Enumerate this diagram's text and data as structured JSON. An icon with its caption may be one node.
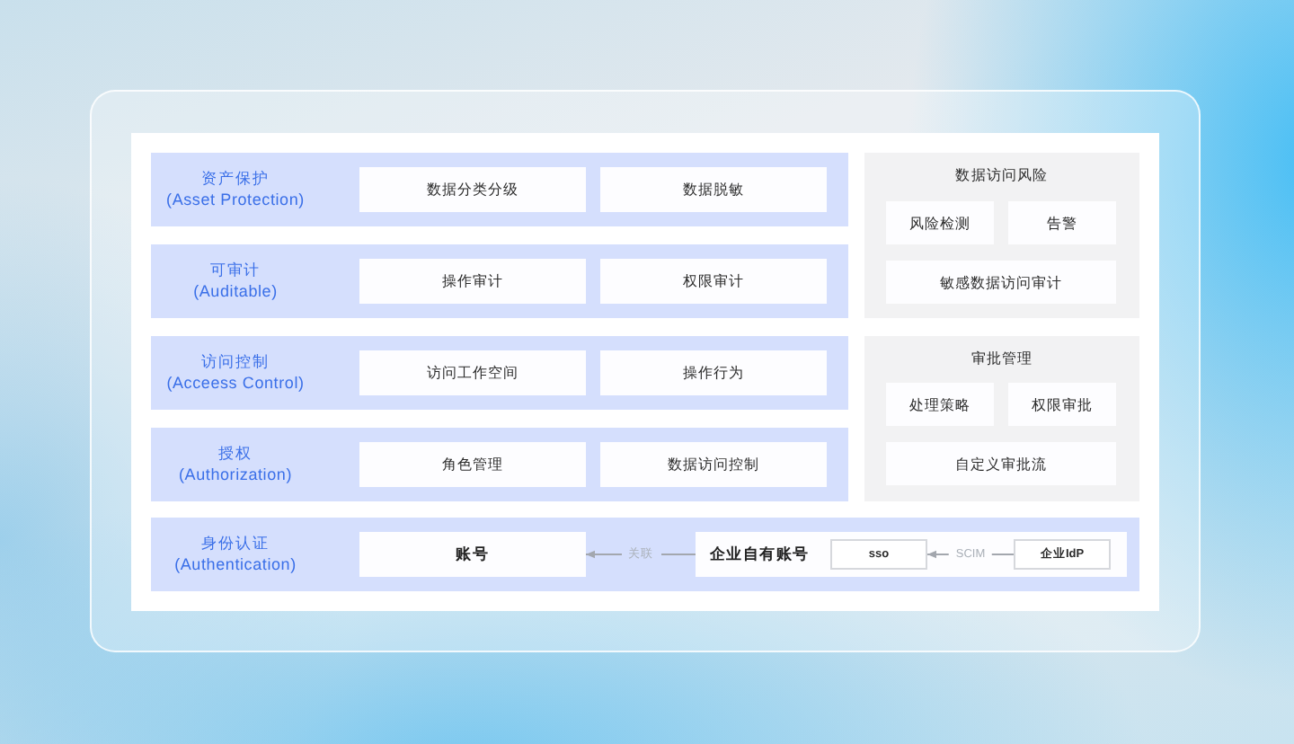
{
  "diagram": {
    "nodes": [
      {
        "text": [
          "资产保护",
          "(Asset Protection)"
        ]
      },
      {
        "text": [
          "数据分类分级"
        ],
        "in": 0
      },
      {
        "text": [
          "数据脱敏"
        ],
        "in": 0
      },
      {
        "text": [
          "可审计",
          "(Auditable)"
        ]
      },
      {
        "text": [
          "操作审计"
        ],
        "in": 3
      },
      {
        "text": [
          "权限审计"
        ],
        "in": 3
      },
      {
        "text": [
          "数据访问风险"
        ]
      },
      {
        "text": [
          "风险检测"
        ],
        "in": 6
      },
      {
        "text": [
          "告警"
        ],
        "in": 6
      },
      {
        "text": [
          "敏感数据访问审计"
        ],
        "in": 6
      },
      {
        "text": [
          "访问控制",
          "(Acceess Control)"
        ]
      },
      {
        "text": [
          "访问工作空间"
        ],
        "in": 10
      },
      {
        "text": [
          "操作行为"
        ],
        "in": 10
      },
      {
        "text": [
          "授权",
          "(Authorization)"
        ]
      },
      {
        "text": [
          "角色管理"
        ],
        "in": 13
      },
      {
        "text": [
          "数据访问控制"
        ],
        "in": 13
      },
      {
        "text": [
          "审批管理"
        ]
      },
      {
        "text": [
          "处理策略"
        ],
        "in": 16
      },
      {
        "text": [
          "权限审批"
        ],
        "in": 16
      },
      {
        "text": [
          "自定义审批流"
        ],
        "in": 16
      },
      {
        "text": [
          "身份认证",
          "(Authentication)"
        ]
      },
      {
        "text": [
          "账号"
        ],
        "in": 20
      },
      {
        "text": [
          "企业自有账号"
        ],
        "in": 20
      },
      {
        "text": [
          "sso"
        ],
        "in": 22
      },
      {
        "text": [
          "企业IdP"
        ],
        "in": 22
      }
    ],
    "edges": [
      {
        "from": 22,
        "to": 21,
        "arrow": "to",
        "label": "关联"
      },
      {
        "from": 24,
        "to": 23,
        "arrow": "to",
        "label": "SCIM"
      }
    ]
  }
}
